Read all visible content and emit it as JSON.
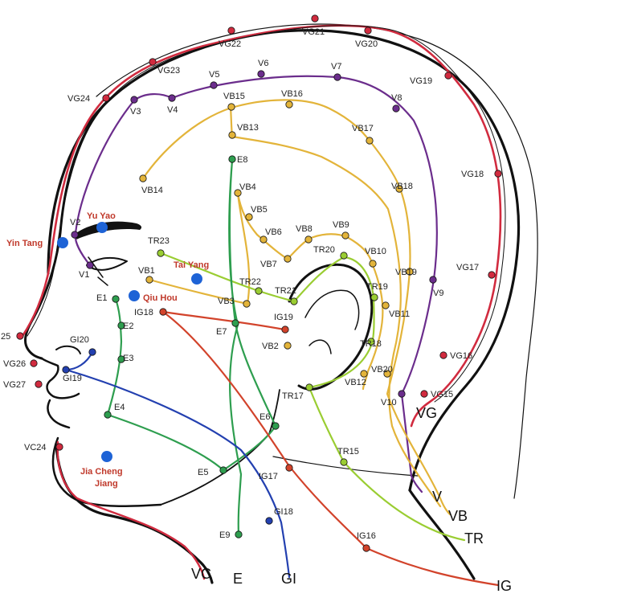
{
  "colors": {
    "VG": "#d12b3f",
    "V": "#6b2d8c",
    "VB": "#e3b43a",
    "TR": "#9acd32",
    "E": "#2e9e4f",
    "GI": "#2340b0",
    "IG": "#d2432b",
    "extra_point": "#1e63d6",
    "extra_label": "#c0392b"
  },
  "meridian_labels": {
    "VG": "VG",
    "V": "V",
    "VB": "VB",
    "TR": "TR",
    "VC": "VC",
    "E": "E",
    "GI": "GI",
    "IG": "IG"
  },
  "extra_points": [
    {
      "label": "Yu Yao"
    },
    {
      "label": "Yin Tang"
    },
    {
      "label": "Tai Yang"
    },
    {
      "label": "Qiu Hou"
    },
    {
      "label": "Jia Cheng"
    },
    {
      "label": "Jiang"
    }
  ],
  "points": {
    "VG": [
      "VG15",
      "VG16",
      "VG17",
      "VG18",
      "VG19",
      "VG20",
      "VG21",
      "VG22",
      "VG23",
      "VG24",
      "25",
      "VG26",
      "VG27"
    ],
    "VC": [
      "VC24"
    ],
    "V": [
      "V1",
      "V2",
      "V3",
      "V4",
      "V5",
      "V6",
      "V7",
      "V8",
      "V9",
      "V10"
    ],
    "VB": [
      "VB1",
      "VB2",
      "VB3",
      "VB4",
      "VB5",
      "VB6",
      "VB7",
      "VB8",
      "VB9",
      "VB10",
      "VB11",
      "VB12",
      "VB13",
      "VB14",
      "VB15",
      "VB16",
      "VB17",
      "VB18",
      "VB19",
      "VB20"
    ],
    "TR": [
      "TR15",
      "TR17",
      "TR18",
      "TR19",
      "TR20",
      "TR21",
      "TR22",
      "TR23"
    ],
    "E": [
      "E1",
      "E2",
      "E3",
      "E4",
      "E5",
      "E6",
      "E7",
      "E8",
      "E9"
    ],
    "GI": [
      "GI18",
      "GI19",
      "GI20"
    ],
    "IG": [
      "IG16",
      "IG17",
      "IG18",
      "IG19"
    ]
  }
}
